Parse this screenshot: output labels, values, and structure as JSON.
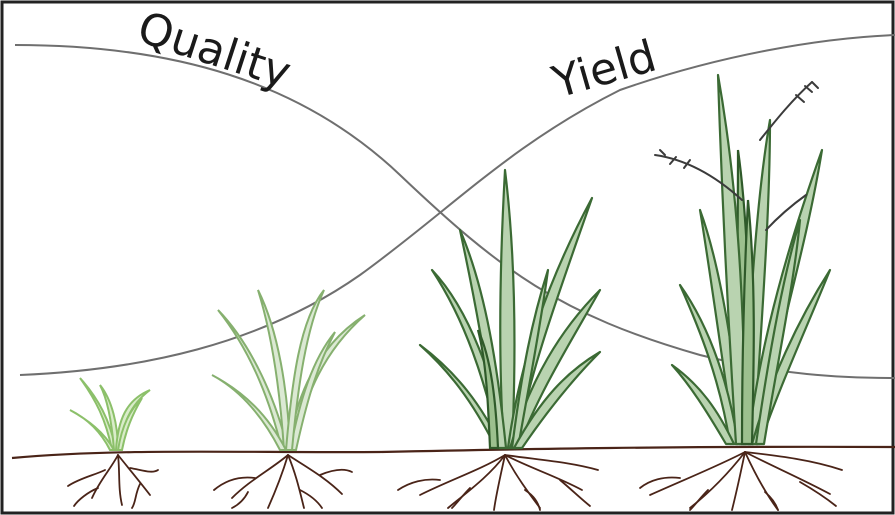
{
  "labels": {
    "quality": "Quality",
    "yield": "Yield"
  },
  "colors": {
    "curve": "#6f6f6f",
    "leaf_outline": "#3b6a34",
    "leaf_fill": "#b9d3b0",
    "root": "#4a2418",
    "text": "#1a1a1a"
  },
  "stages": [
    {
      "name": "early-seedling"
    },
    {
      "name": "young-plant"
    },
    {
      "name": "tillering-plant"
    },
    {
      "name": "mature-seeding-plant"
    }
  ]
}
